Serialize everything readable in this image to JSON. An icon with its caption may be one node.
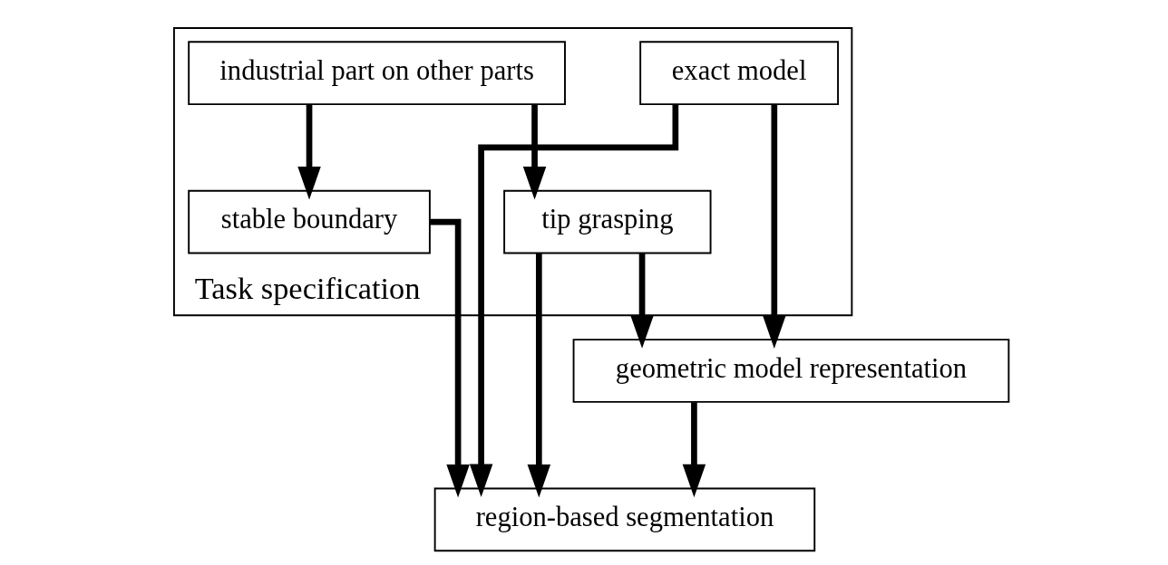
{
  "diagram": {
    "nodes": [
      {
        "text": [
          "Task specification"
        ]
      },
      {
        "text": [
          "industrial part on other parts"
        ],
        "in": 0
      },
      {
        "text": [
          "exact model"
        ],
        "in": 0
      },
      {
        "text": [
          "stable boundary"
        ],
        "in": 0
      },
      {
        "text": [
          "tip grasping"
        ],
        "in": 0
      },
      {
        "text": [
          "geometric model representation"
        ]
      },
      {
        "text": [
          "region-based segmentation"
        ]
      }
    ],
    "edges": [
      {
        "from": 1,
        "to": 3,
        "arrow": "to"
      },
      {
        "from": 1,
        "to": 4,
        "arrow": "to"
      },
      {
        "from": 2,
        "to": 5,
        "arrow": "to"
      },
      {
        "from": 2,
        "to": 6,
        "arrow": "to"
      },
      {
        "from": 3,
        "to": 6,
        "arrow": "to"
      },
      {
        "from": 4,
        "to": 5,
        "arrow": "to"
      },
      {
        "from": 5,
        "to": 6,
        "arrow": "to"
      },
      {
        "from": 4,
        "to": 6,
        "arrow": "to"
      }
    ]
  }
}
